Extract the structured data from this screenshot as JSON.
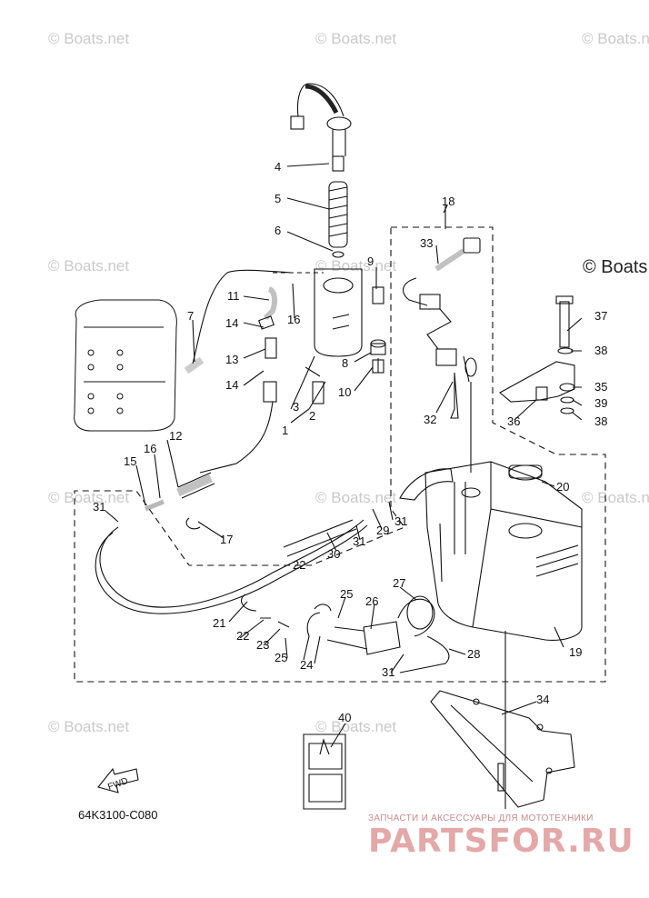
{
  "watermarks": [
    "© Boats.net",
    "© Boats.net",
    "© Boats.net",
    "© Boats.net",
    "© Boats.net",
    "© Boats",
    "© Boats.net",
    "© Boats.net",
    "© Boats.net",
    "© Boats.net",
    "© Boats.net"
  ],
  "callouts": [
    "1",
    "2",
    "3",
    "4",
    "5",
    "6",
    "7",
    "8",
    "9",
    "10",
    "11",
    "12",
    "13",
    "14",
    "14",
    "15",
    "16",
    "16",
    "17",
    "18",
    "19",
    "20",
    "21",
    "22",
    "22",
    "23",
    "24",
    "25",
    "25",
    "26",
    "27",
    "28",
    "29",
    "30",
    "31",
    "31",
    "31",
    "31",
    "32",
    "33",
    "34",
    "35",
    "36",
    "37",
    "38",
    "38",
    "39",
    "40"
  ],
  "diagram_code": "64K3100-C080",
  "fwd_label": "FWD",
  "shop_caption": "ЗАПЧАСТИ И АКСЕССУАРЫ ДЛЯ МОТОТЕХНИКИ",
  "shop_brand": "PARTSFOR.RU"
}
